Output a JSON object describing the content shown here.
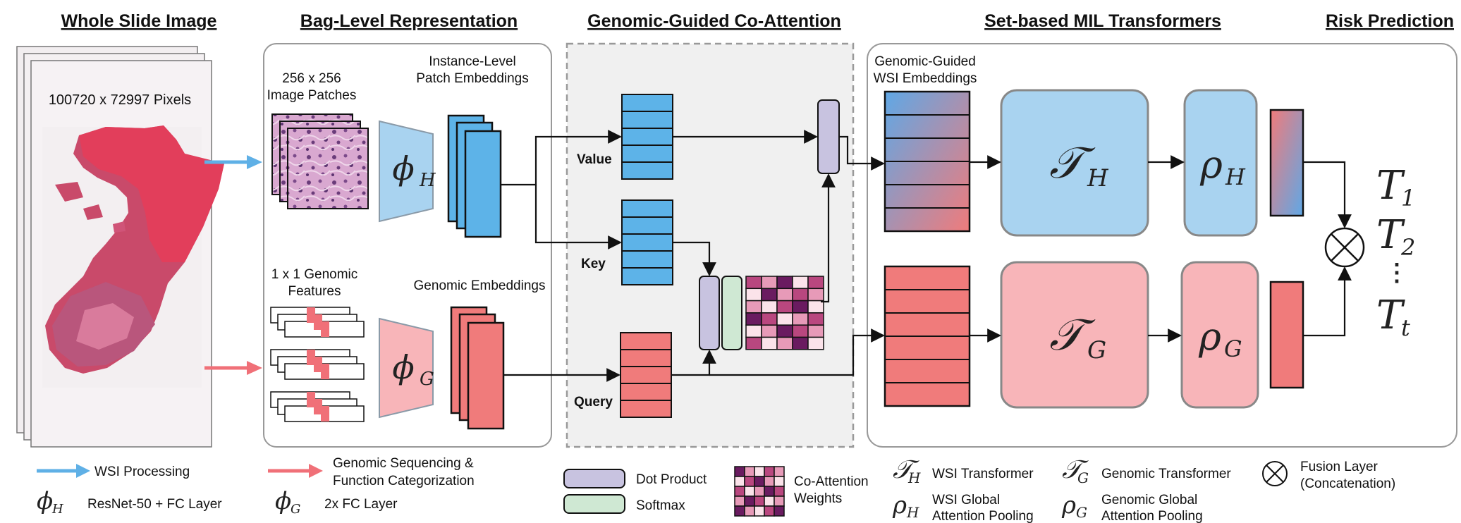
{
  "sections": {
    "wsi": "Whole Slide Image",
    "bag": "Bag-Level Representation",
    "coattn": "Genomic-Guided Co-Attention",
    "mil": "Set-based MIL Transformers",
    "risk": "Risk Prediction"
  },
  "wsi": {
    "pixels": "100720 x 72997 Pixels"
  },
  "bag": {
    "patches_line1": "256 x 256",
    "patches_line2": "Image Patches",
    "inst_line1": "Instance-Level",
    "inst_line2": "Patch Embeddings",
    "genomic_line1": "1 x 1 Genomic",
    "genomic_line2": "Features",
    "genomic_emb": "Genomic Embeddings",
    "phi_h": "ϕ",
    "phi_h_sub": "H",
    "phi_g": "ϕ",
    "phi_g_sub": "G"
  },
  "coattn": {
    "value": "Value",
    "key": "Key",
    "query": "Query"
  },
  "mil": {
    "gg_line1": "Genomic-Guided",
    "gg_line2": "WSI Embeddings",
    "tau": "𝒯",
    "tau_h_sub": "H",
    "tau_g_sub": "G",
    "rho": "ρ",
    "rho_h_sub": "H",
    "rho_g_sub": "G"
  },
  "risk": {
    "t1": "T",
    "t1_sub": "1",
    "t2": "T",
    "t2_sub": "2",
    "dots": "⋮",
    "tt": "T",
    "tt_sub": "t"
  },
  "legend": {
    "wsi_processing": "WSI Processing",
    "phi_h_desc": "ResNet-50 + FC Layer",
    "genomic_seq_line1": "Genomic Sequencing &",
    "genomic_seq_line2": "Function Categorization",
    "phi_g_desc": "2x FC Layer",
    "dot_product": "Dot Product",
    "softmax": "Softmax",
    "coattn_line1": "Co-Attention",
    "coattn_line2": "Weights",
    "wsi_transformer": "WSI Transformer",
    "wsi_pool_line1": "WSI Global",
    "wsi_pool_line2": "Attention Pooling",
    "genomic_transformer": "Genomic Transformer",
    "genomic_pool_line1": "Genomic Global",
    "genomic_pool_line2": "Attention Pooling",
    "fusion_line1": "Fusion Layer",
    "fusion_line2": "(Concatenation)"
  },
  "colors": {
    "blue": "#5db3e8",
    "red": "#f07b7b",
    "blue_light": "#a9d3f0",
    "red_light": "#f8b5b9",
    "purple": "#c8c3e0",
    "green": "#cfe8d3",
    "arrow_blue": "#5fb0e6",
    "arrow_red": "#f07078"
  },
  "coattention_matrix": [
    [
      2,
      1,
      3,
      0,
      2
    ],
    [
      0,
      3,
      1,
      2,
      1
    ],
    [
      1,
      0,
      2,
      3,
      0
    ],
    [
      3,
      2,
      0,
      1,
      2
    ],
    [
      0,
      1,
      3,
      2,
      1
    ],
    [
      2,
      0,
      1,
      3,
      0
    ]
  ],
  "legend_matrix": [
    [
      3,
      1,
      0,
      2,
      1
    ],
    [
      0,
      2,
      3,
      1,
      0
    ],
    [
      2,
      0,
      1,
      3,
      2
    ],
    [
      1,
      3,
      2,
      0,
      1
    ],
    [
      3,
      1,
      0,
      2,
      3
    ]
  ]
}
